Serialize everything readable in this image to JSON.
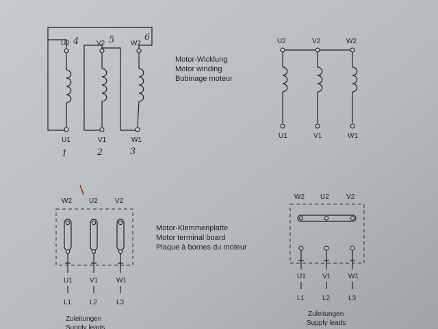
{
  "winding_caption": {
    "de": "Motor-Wicklung",
    "en": "Motor winding",
    "fr": "Bobinage moteur"
  },
  "board_caption": {
    "de": "Motor-Klemmenplatte",
    "en": "Motor terminal board",
    "fr": "Plaque à bornes du moteur"
  },
  "leads_caption": {
    "de": "Zuleitungen",
    "en": "Supply leads"
  },
  "terminals": {
    "top": [
      "U2",
      "V2",
      "W2"
    ],
    "bottom": [
      "U1",
      "V1",
      "W1"
    ],
    "board_top": [
      "W2",
      "U2",
      "V2"
    ],
    "lines": [
      "L1",
      "L2",
      "L3"
    ]
  },
  "handwritten": {
    "top": [
      "4",
      "5",
      "6"
    ],
    "bottom": [
      "1",
      "2",
      "3"
    ]
  },
  "colors": {
    "paper": "#b9bdc1",
    "ink": "#1f2023",
    "handwriting_mark": "#7a3a2a"
  }
}
